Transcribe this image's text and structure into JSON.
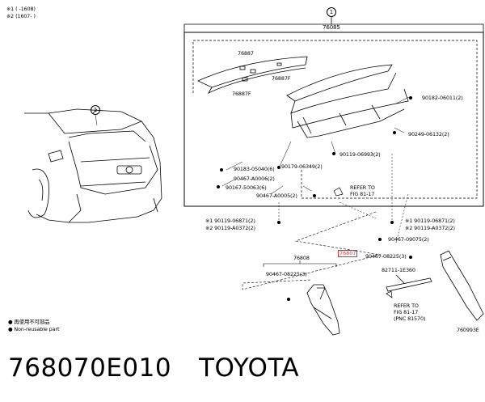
{
  "notes": {
    "note1": "※1 (    -1608)",
    "note2": "※2 (1607-    )"
  },
  "callout_number": "1",
  "assembly_label": "76085",
  "labels": {
    "p76887_a": "76887",
    "p76887f_a": "76887F",
    "p76887f_b": "76887F",
    "p90182": "90182-06011(2)",
    "p90249": "90249-06132(2)",
    "p90119_a": "90119-06993(2)",
    "p90183": "90183-05040(6)",
    "p90179": "90179-06349(2)",
    "p90467_a0006": "90467-A0006(2)",
    "p90167": "90167-50063(6)",
    "p90467_a0005": "90467-A0005(2)",
    "refer1_a": "REFER TO",
    "refer1_b": "FIG 81-17",
    "p90119_06871_l": "※1 90119-06871(2)",
    "p90119_a0372_l": "※2 90119-A0372(2)",
    "p90119_06871_r": "※1 90119-06871(2)",
    "p90119_a0372_r": "※2 90119-A0372(2)",
    "p90467_09075": "90467-09075(2)",
    "p76807": "76807",
    "p90467_08225_r": "90467-08225(3)",
    "p82711": "82711-1E360",
    "p76808": "76808",
    "p90467_08225_l": "90467-08225(3)",
    "refer2_a": "REFER TO",
    "refer2_b": "FIG 81-17",
    "refer2_c": "(PNC 81570)"
  },
  "legend": {
    "nonreuse_jp": "● 再使用不可部品",
    "nonreuse_en": "● Non-reusable part"
  },
  "figure_code": "760993E",
  "part_number": "768070E010",
  "brand": "TOYOTA",
  "highlight_color": "#e03030"
}
